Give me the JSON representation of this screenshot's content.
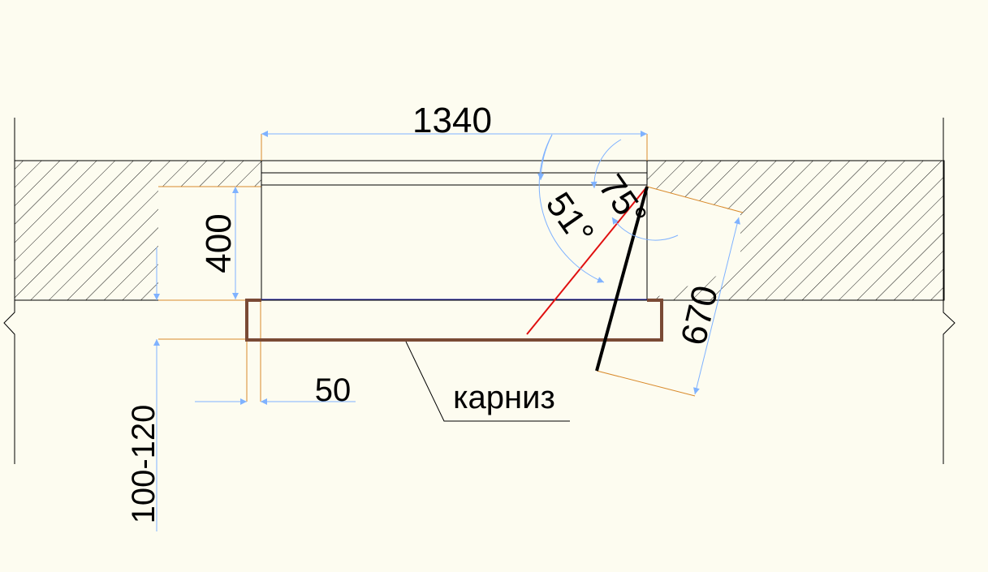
{
  "dimensions": {
    "opening_width": "1340",
    "lintel_height": "400",
    "bracket_offset": "100-120",
    "cornice_projection": "50",
    "curtain_length": "670",
    "angle_red": "51°",
    "angle_black": "75°"
  },
  "labels": {
    "cornice": "карниз"
  },
  "colors": {
    "background": "#fdfcf0",
    "hatch": "#000000",
    "dimension_arrow": "#7fb2ff",
    "extension_line": "#d98a2b",
    "cornice": "#7a4a35",
    "red_line": "#e01010",
    "black_line": "#000000",
    "blue_line": "#1a1aa0"
  }
}
